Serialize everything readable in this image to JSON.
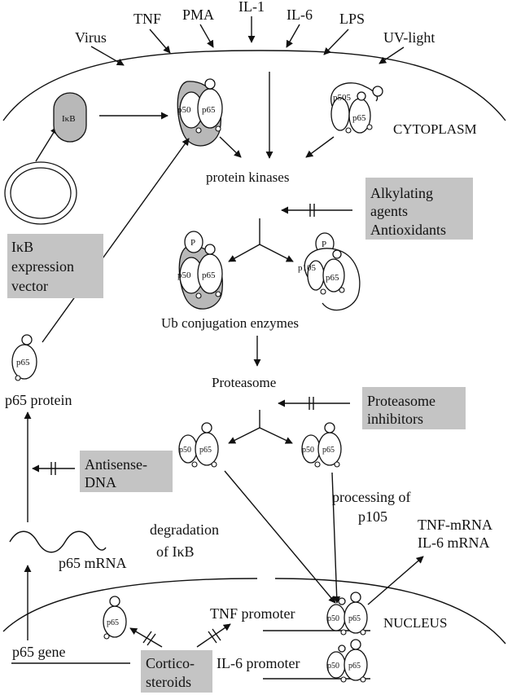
{
  "stimuli": [
    "Virus",
    "TNF",
    "PMA",
    "IL-1",
    "IL-6",
    "LPS",
    "UV-light"
  ],
  "compartments": {
    "cytoplasm": "CYTOPLASM",
    "nucleus": "NUCLEUS"
  },
  "steps": {
    "protein_kinases": "protein kinases",
    "ub_conjugation": "Ub conjugation enzymes",
    "proteasome": "Proteasome",
    "processing_1": "processing of",
    "processing_2": "p105",
    "degradation_1": "degradation",
    "degradation_2": "of IκB",
    "tnf_mrna": "TNF-mRNA",
    "il6_mrna": "IL-6 mRNA",
    "p65_protein": "p65 protein",
    "p65_mrna": "p65 mRNA",
    "p65_gene": "p65 gene",
    "tnf_promoter": "TNF promoter",
    "il6_promoter": "IL-6 promoter"
  },
  "inhibitors": {
    "alkylating": [
      "Alkylating",
      "agents",
      "Antioxidants"
    ],
    "proteasome": [
      "Proteasome",
      "inhibitors"
    ],
    "antisense": [
      "Antisense-",
      "DNA"
    ],
    "corticosteroids": [
      "Cortico-",
      "steroids"
    ],
    "ikb_vector": [
      "IκB",
      "expression",
      "vector"
    ]
  },
  "protein_labels": {
    "ikb": "IκB",
    "p50": "p50",
    "p65": "p65",
    "p105": "p105",
    "p505": "p505",
    "phospho": "P"
  },
  "colors": {
    "inhibitor_box": "#c4c4c4",
    "ikb_fill": "#b8b8b8"
  }
}
